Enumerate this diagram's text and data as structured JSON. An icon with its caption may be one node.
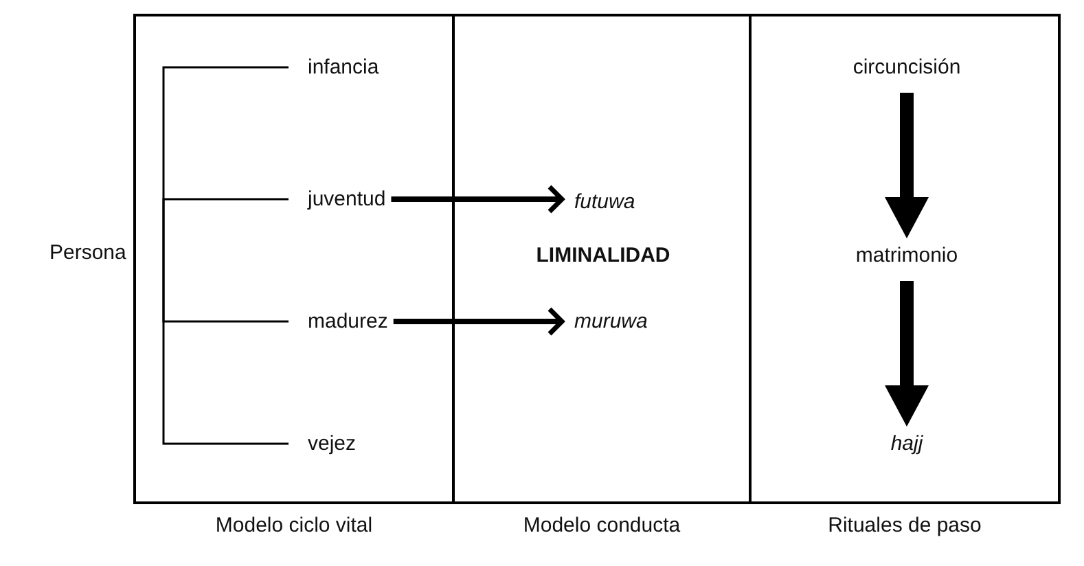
{
  "diagram": {
    "nodes": [
      {
        "text": [
          "Persona"
        ]
      },
      {
        "text": [
          "Modelo ciclo vital"
        ]
      },
      {
        "text": [
          "infancia"
        ],
        "in": 1
      },
      {
        "text": [
          "juventud"
        ],
        "in": 1
      },
      {
        "text": [
          "madurez"
        ],
        "in": 1
      },
      {
        "text": [
          "vejez"
        ],
        "in": 1
      },
      {
        "text": [
          "LIMINALIDAD",
          "Modelo conducta"
        ]
      },
      {
        "text": [
          "futuwa"
        ],
        "in": 6
      },
      {
        "text": [
          "muruwa"
        ],
        "in": 6
      },
      {
        "text": [
          "Rituales de paso"
        ]
      },
      {
        "text": [
          "circuncisión"
        ],
        "in": 9
      },
      {
        "text": [
          "matrimonio"
        ],
        "in": 9
      },
      {
        "text": [
          "hajj"
        ],
        "in": 9
      }
    ],
    "edges": [
      {
        "from": null,
        "to": 2,
        "arrow": "none"
      },
      {
        "from": null,
        "to": 3,
        "arrow": "none"
      },
      {
        "from": null,
        "to": 4,
        "arrow": "none"
      },
      {
        "from": null,
        "to": 5,
        "arrow": "none"
      },
      {
        "from": 3,
        "to": 7,
        "arrow": "to",
        "style": "thick"
      },
      {
        "from": 4,
        "to": 8,
        "arrow": "to",
        "style": "thick"
      },
      {
        "from": 10,
        "to": 11,
        "arrow": "to",
        "style": "thick"
      },
      {
        "from": 11,
        "to": 12,
        "arrow": "to",
        "style": "thick"
      }
    ]
  }
}
